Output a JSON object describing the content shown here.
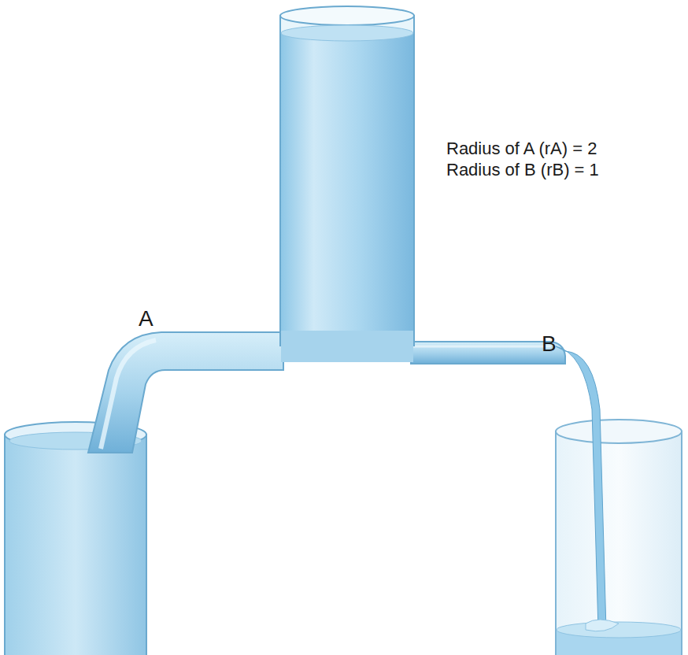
{
  "diagram": {
    "labels": [
      "Radius of A (rA) = 2",
      "Radius of B (rB) = 1",
      "A",
      "B"
    ]
  }
}
